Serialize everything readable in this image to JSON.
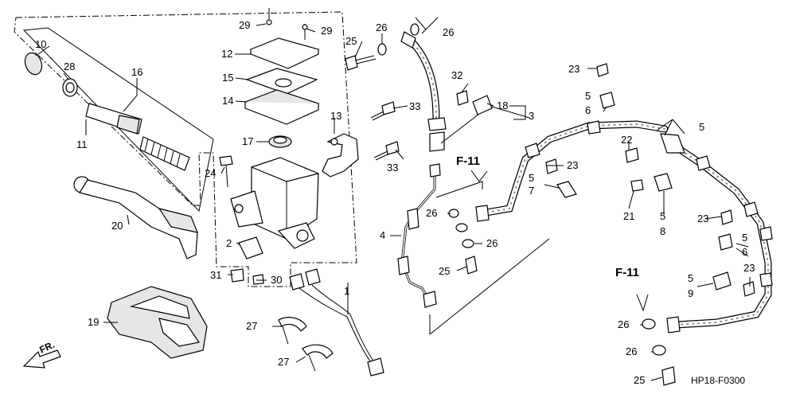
{
  "diagram_code": "HP18-F0300",
  "front_indicator": "FR.",
  "references": {
    "left": "F-11",
    "right": "F-11"
  },
  "callouts": {
    "c10": "10",
    "c28": "28",
    "c16": "16",
    "c11": "11",
    "c20": "20",
    "c19": "19",
    "c29a": "29",
    "c29b": "29",
    "c12": "12",
    "c15": "15",
    "c14": "14",
    "c17": "17",
    "c13": "13",
    "c24": "24",
    "c2": "2",
    "c31": "31",
    "c30": "30",
    "c25a": "25",
    "c26a": "26",
    "c26b": "26",
    "c33a": "33",
    "c33b": "33",
    "c32": "32",
    "c18": "18",
    "c3": "3",
    "c4": "4",
    "c1": "1",
    "c27a": "27",
    "c27b": "27",
    "c5a": "5",
    "c7": "7",
    "c23a": "23",
    "c26c": "26",
    "c26d": "26",
    "c25b": "25",
    "c23b": "23",
    "c5b": "5",
    "c6a": "6",
    "c5c": "5",
    "c22": "22",
    "c21": "21",
    "c5d": "5",
    "c8": "8",
    "c23c": "23",
    "c5e": "5",
    "c6b": "6",
    "c23d": "23",
    "c5f": "5",
    "c9": "9",
    "c26e": "26",
    "c26f": "26",
    "c25c": "25"
  }
}
